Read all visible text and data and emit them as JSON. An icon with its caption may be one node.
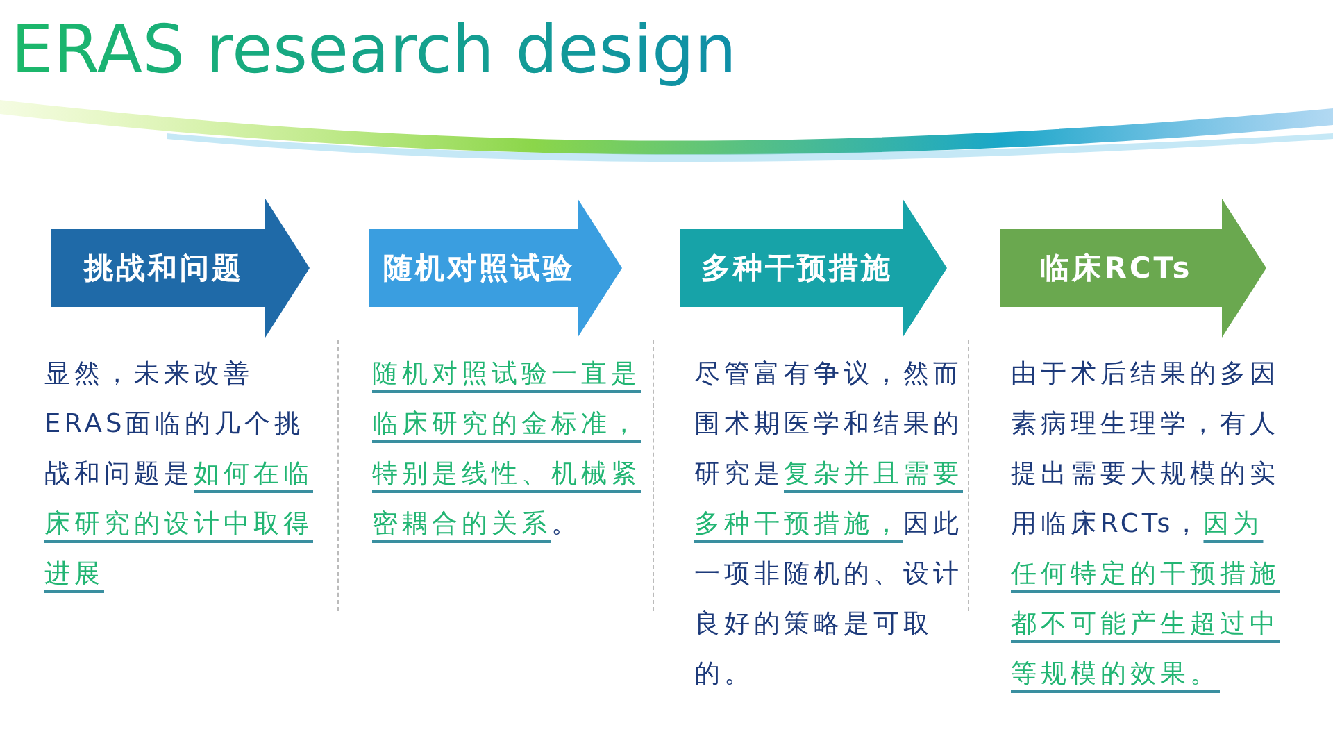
{
  "diagram": {
    "title": "ERAS research design",
    "nodes": [
      {
        "text": [
          "挑战和问题"
        ],
        "beside": [
          "显然，未来改善ERAS面临的几个挑战和问题是",
          "如何在临床研究的设计中取得进展"
        ]
      },
      {
        "text": [
          "随机对照试验"
        ],
        "beside": [
          "随机对照试验一直是临床研究的金标准，特别是线性、机械紧密耦合的关系",
          "。"
        ]
      },
      {
        "text": [
          "多种干预措施"
        ],
        "beside": [
          "尽管富有争议，然而围术期医学和结果的研究是",
          "复杂并且需要多种干预措施，",
          "因此一项非随机的、设计良好的策略是可取的。"
        ]
      },
      {
        "text": [
          "临床RCTs"
        ],
        "beside": [
          "由于术后结果的多因素病理生理学，有人提出需要大规模的实用临床RCTs，",
          "因为任何特定的干预措施都不可能产生超过中等规模的效果。"
        ]
      }
    ],
    "edges": []
  }
}
